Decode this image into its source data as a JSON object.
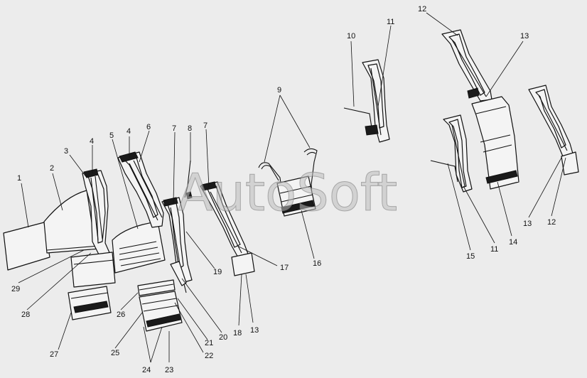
{
  "watermark": "AutoSoft",
  "callouts": [
    "1",
    "2",
    "3",
    "4",
    "5",
    "4",
    "6",
    "7",
    "8",
    "7",
    "9",
    "10",
    "11",
    "12",
    "13",
    "15",
    "11",
    "14",
    "13",
    "12",
    "17",
    "16",
    "19",
    "18",
    "13",
    "29",
    "28",
    "26",
    "27",
    "25",
    "20",
    "21",
    "22",
    "24",
    "23"
  ]
}
